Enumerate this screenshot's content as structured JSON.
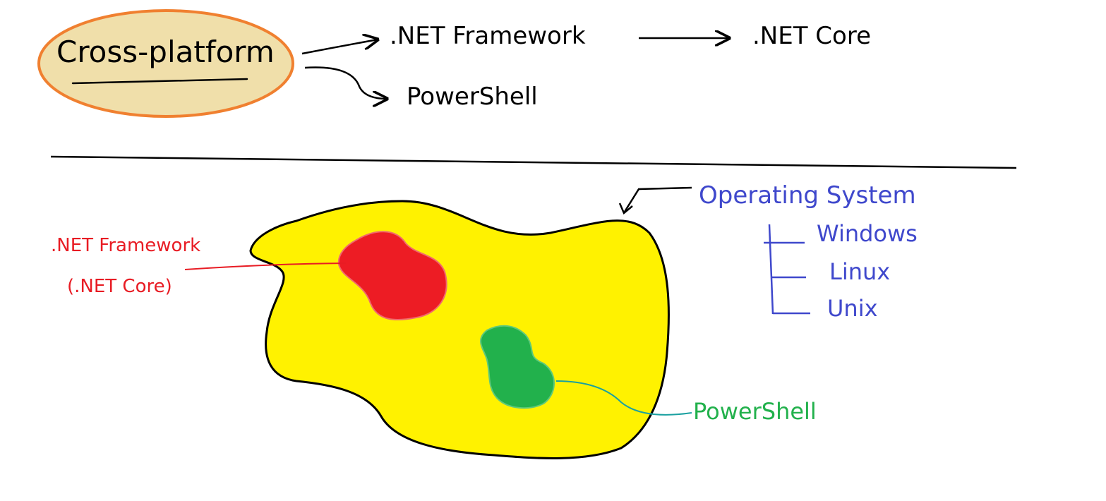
{
  "top": {
    "bubble_label": "Cross-platform",
    "framework_label": ".NET Framework",
    "core_label": ".NET Core",
    "powershell_label": "PowerShell"
  },
  "bottom": {
    "red_label_line1": ".NET Framework",
    "red_label_line2": "(.NET Core)",
    "green_label": "PowerShell",
    "os_title": "Operating System",
    "os_items": [
      "Windows",
      "Linux",
      "Unix"
    ]
  },
  "colors": {
    "ink": "#000000",
    "bubble_fill": "#f0dfaa",
    "bubble_stroke": "#f08030",
    "os_area_fill": "#fff200",
    "red_area_fill": "#ed1c24",
    "green_area_fill": "#22b14c",
    "red_text": "#e81c24",
    "green_text": "#22b14c",
    "blue_text": "#3f48cc",
    "green_leader": "#1aa0a0"
  }
}
